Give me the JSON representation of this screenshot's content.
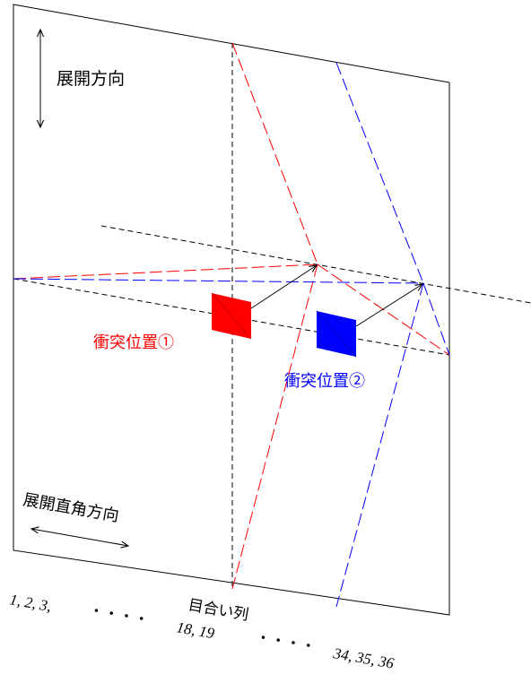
{
  "labels": {
    "deploy_direction": "展開方向",
    "perpendicular_direction": "展開直角方向",
    "collision_1": "衝突位置①",
    "collision_2": "衝突位置②",
    "seam_rows": "目合い列"
  },
  "row_numbers": {
    "group1": "1,  2,  3,",
    "dots1": "・・・・",
    "group2": "18,  19",
    "dots2": "・・・・",
    "group3": "34,  35,  36"
  },
  "colors": {
    "collision_1": "#ff0000",
    "collision_2": "#0000ff",
    "guide": "#000000"
  }
}
